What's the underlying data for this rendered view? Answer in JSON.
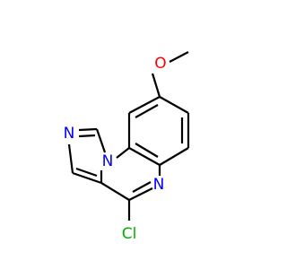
{
  "molecule": {
    "atoms": {
      "methoxy_oxygen": {
        "label": "O",
        "color": "#ff0000"
      },
      "imidazole_nitrogen": {
        "label": "N",
        "color": "#0000ff"
      },
      "bridgehead_nitrogen": {
        "label": "N",
        "color": "#0000ff"
      },
      "pyrazine_nitrogen": {
        "label": "N",
        "color": "#0000ff"
      },
      "chlorine": {
        "label": "Cl",
        "color": "#00b000"
      }
    },
    "bond_color": "#000000"
  }
}
